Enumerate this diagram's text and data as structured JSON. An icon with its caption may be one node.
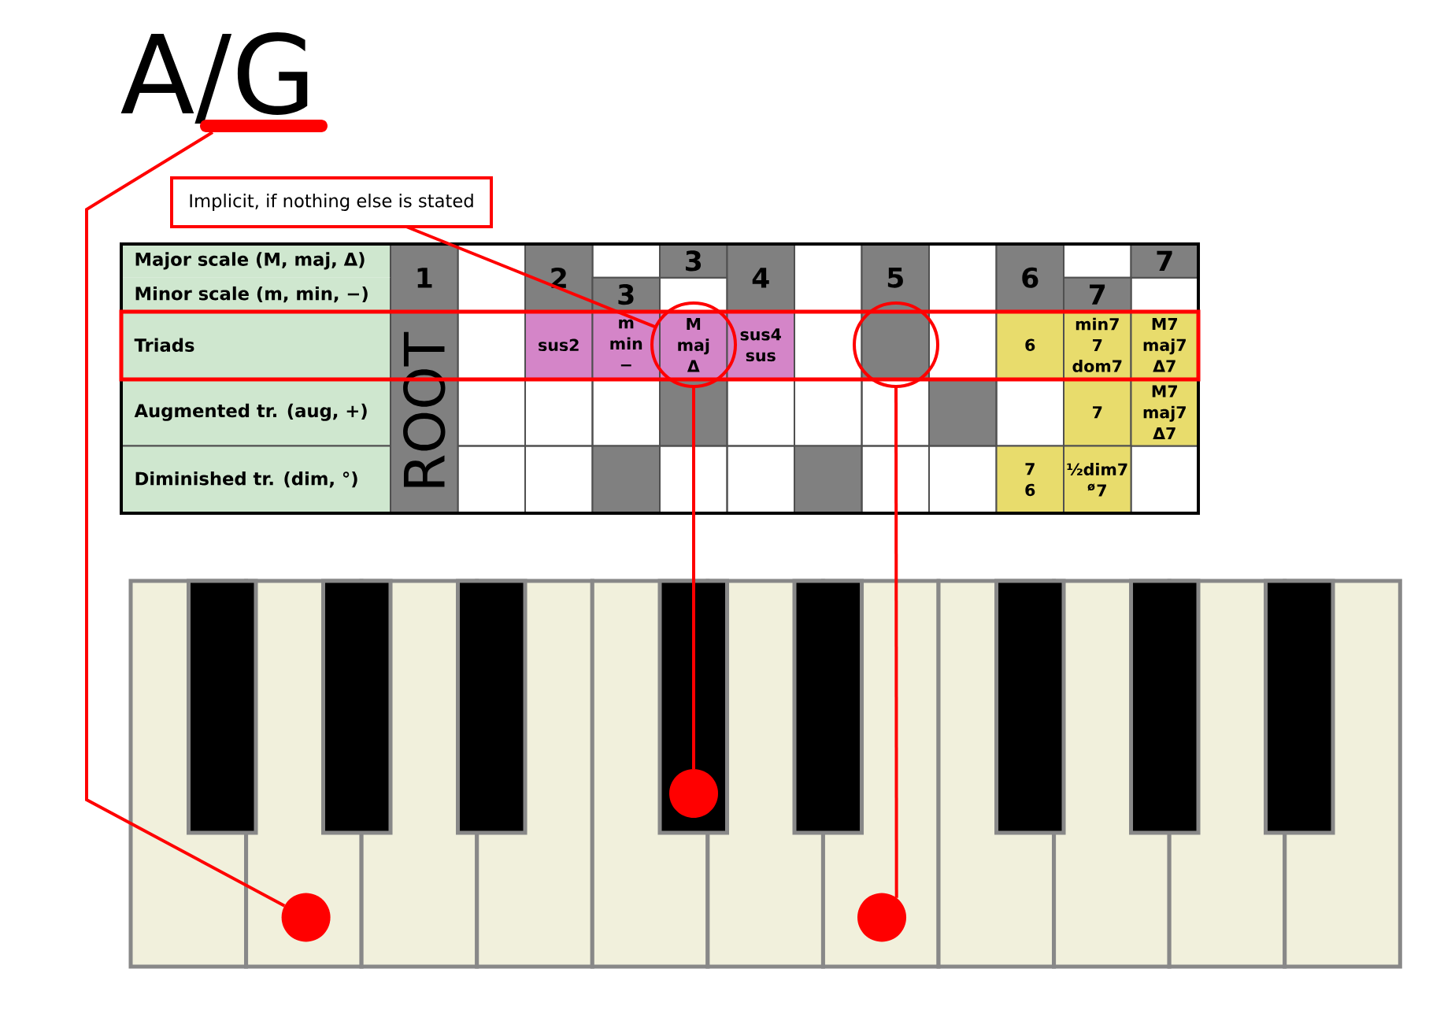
{
  "diagram": {
    "title": "A/G",
    "nodes": [
      {
        "text": [],
        "shape": "bar"
      },
      {
        "text": [
          "Implicit, if nothing else is stated"
        ]
      },
      {
        "text": [],
        "shape": "circle"
      },
      {
        "text": [],
        "shape": "circle"
      },
      {
        "text": [],
        "shape": "circle"
      },
      {
        "text": [],
        "shape": "circle"
      },
      {
        "text": [],
        "shape": "circle"
      }
    ],
    "edges": [
      {
        "from": 0,
        "to": 4,
        "arrow": "none"
      },
      {
        "from": 1,
        "to": 2,
        "arrow": "none"
      },
      {
        "from": 2,
        "to": 5,
        "arrow": "none"
      },
      {
        "from": 3,
        "to": 6,
        "arrow": "none"
      }
    ],
    "labels": [
      "Major scale (M, maj, Δ)",
      "1",
      "2",
      "3",
      "4",
      "5",
      "6",
      "7",
      "Minor scale (m, min, −)",
      "3",
      "7",
      "Triads",
      "ROOT",
      "sus2",
      "m min −",
      "M maj Δ",
      "sus4 sus",
      "6",
      "min7 7 dom7",
      "M7 maj7 Δ7",
      "Augmented tr. (aug, +)",
      "7",
      "M7 maj7 Δ7",
      "Diminished tr. (dim, °)",
      "7 6",
      "½dim7 $^{ø}$7"
    ]
  }
}
